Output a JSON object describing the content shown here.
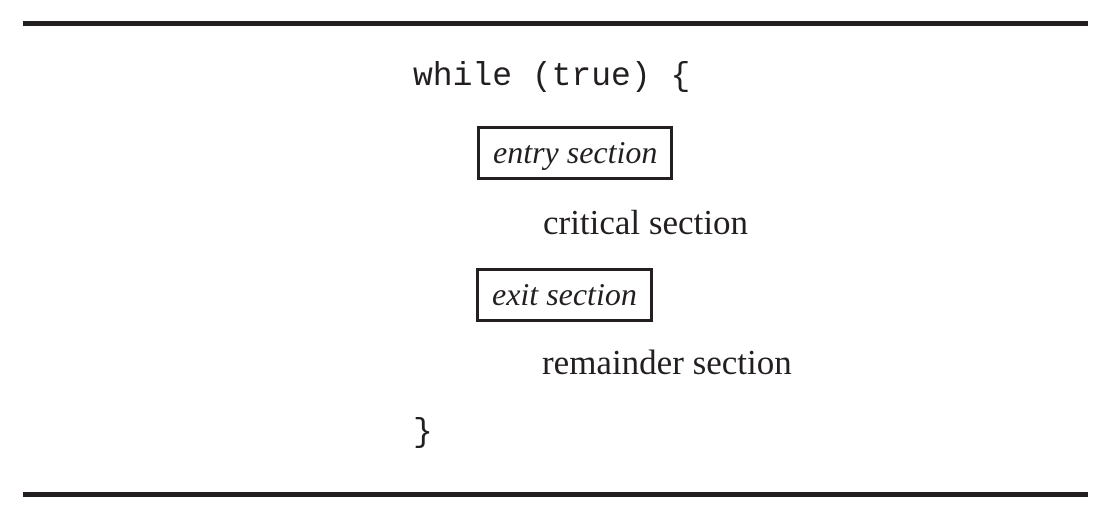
{
  "figure": {
    "code_open": "while (true) {",
    "entry_box_label": "entry section",
    "critical_label": "critical section",
    "exit_box_label": "exit section",
    "remainder_label": "remainder section",
    "code_close": "}"
  },
  "colors": {
    "ink": "#231f20",
    "background": "#ffffff"
  }
}
